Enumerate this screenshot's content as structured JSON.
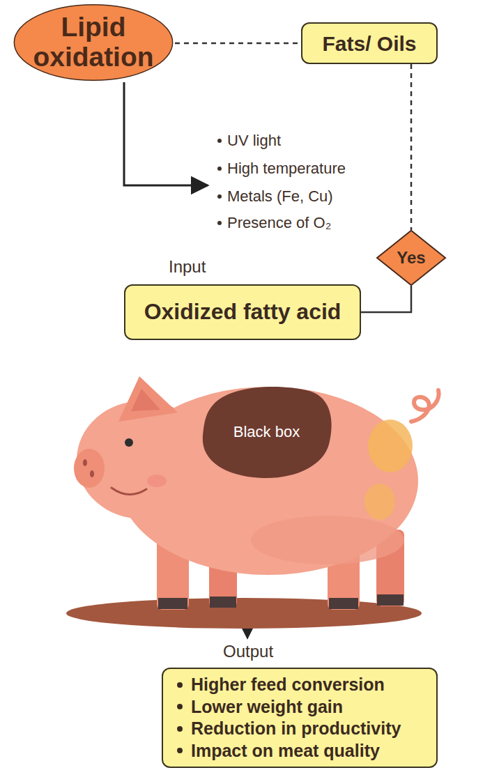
{
  "diagram": {
    "nodes": [
      {
        "text": [
          "Lipid oxidation"
        ]
      },
      {
        "text": [
          "Fats/ Oils"
        ]
      },
      {
        "text": [
          "Yes"
        ]
      },
      {
        "text": [
          "Oxidized fatty acid"
        ]
      },
      {
        "text": [
          "Black box"
        ]
      },
      {
        "text": [
          "Higher feed conversion",
          "Lower weight gain",
          "Reduction in productivity",
          "Impact on meat quality"
        ]
      }
    ],
    "edges": [
      {
        "from": 0,
        "to": 1,
        "arrow": "none"
      },
      {
        "from": 1,
        "to": 2,
        "arrow": "none"
      },
      {
        "from": 2,
        "to": 3,
        "arrow": "none"
      }
    ],
    "labels": [
      "UV light",
      "High temperature",
      "Metals (Fe, Cu)",
      "Presence of O₂",
      "Input",
      "Output"
    ]
  }
}
